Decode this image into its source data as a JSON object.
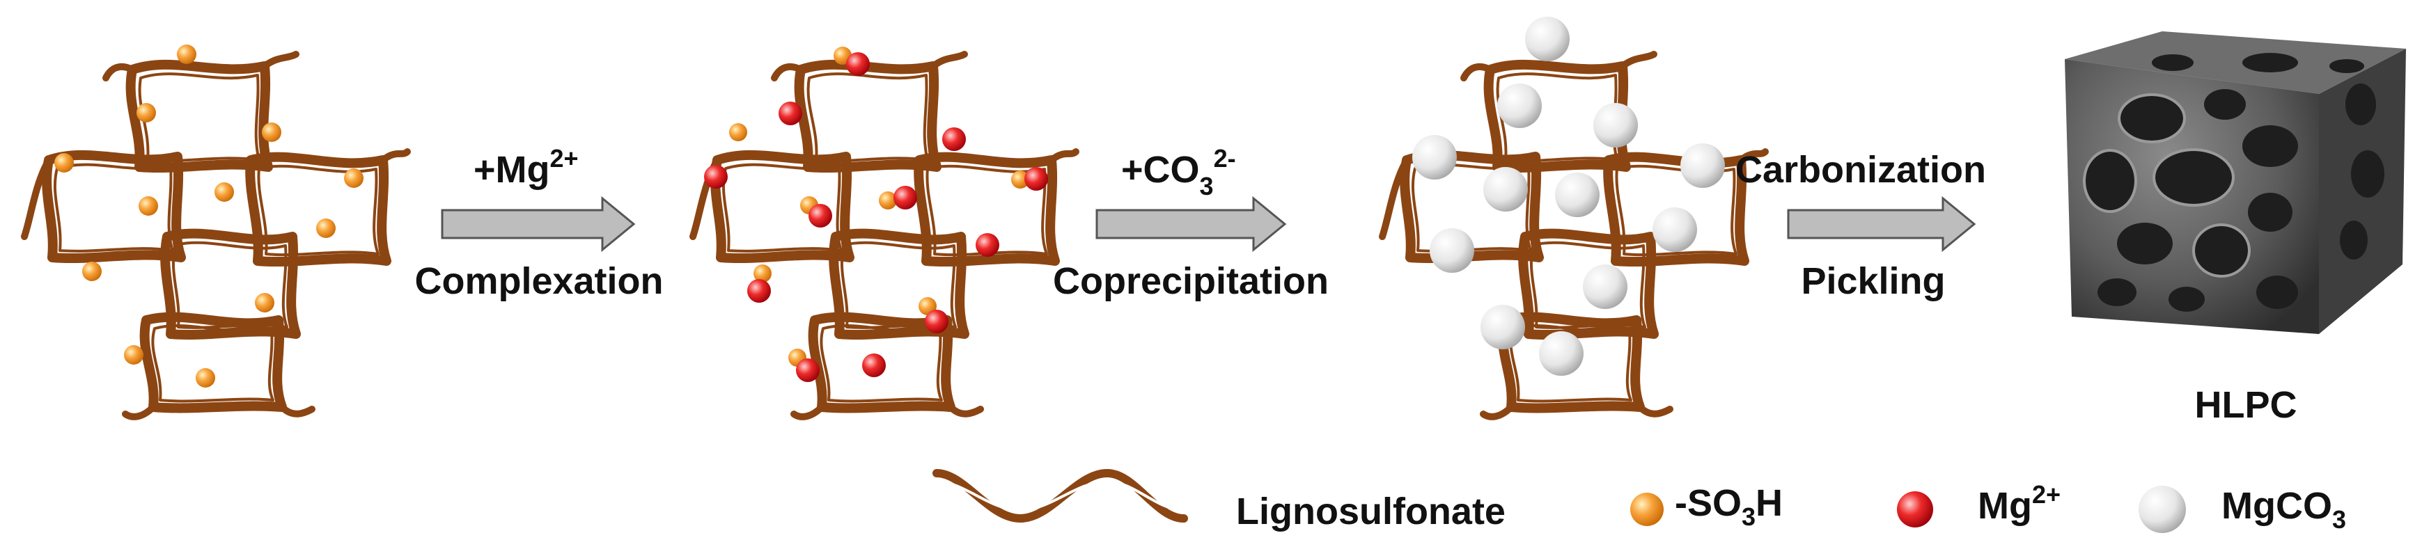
{
  "steps": {
    "step1": {
      "reagent_base": "+Mg",
      "reagent_sup": "2+",
      "process": "Complexation"
    },
    "step2": {
      "reagent_base": "+CO",
      "reagent_sub": "3",
      "reagent_sup": "2-",
      "process": "Coprecipitation"
    },
    "step3": {
      "top": "Carbonization",
      "bottom": "Pickling"
    }
  },
  "product_label": "HLPC",
  "legend": {
    "lignosulfonate": "Lignosulfonate",
    "so3h_base": "-SO",
    "so3h_sub": "3",
    "so3h_tail": "H",
    "mg_base": "Mg",
    "mg_sup": "2+",
    "mgco3_base": "MgCO",
    "mgco3_sub": "3"
  },
  "colors": {
    "ribbon": "#8B4513",
    "arrow_fill": "#bdbdbd",
    "arrow_stroke": "#555555",
    "orange_ball": "#f7941d",
    "red_ball": "#e8101a",
    "white_ball": "#d9d9d9",
    "carbon": "#5a5a5a"
  }
}
